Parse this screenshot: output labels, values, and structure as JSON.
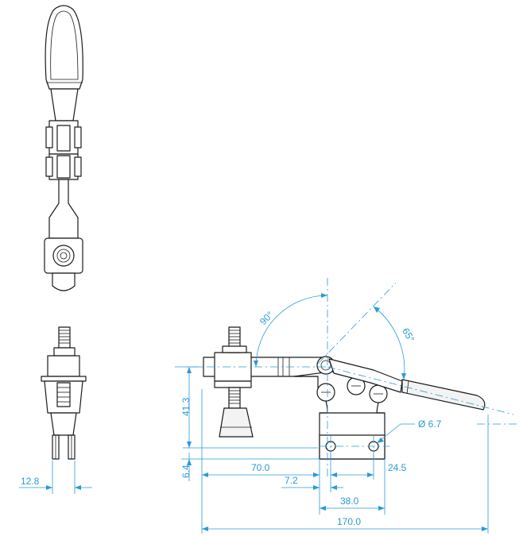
{
  "dimensions": {
    "height_41_3": "41.3",
    "base_6_4": "6.4",
    "width_12_8": "12.8",
    "length_70": "70.0",
    "offset_7_2": "7.2",
    "hole_spacing_24_5": "24.5",
    "base_width_38": "38.0",
    "overall_170": "170.0",
    "hole_diameter": "Ø 6.7",
    "angle_90": "90°",
    "angle_65": "65°"
  },
  "colors": {
    "dimension": "#2a9ad8",
    "outline": "#1a1a1a"
  }
}
